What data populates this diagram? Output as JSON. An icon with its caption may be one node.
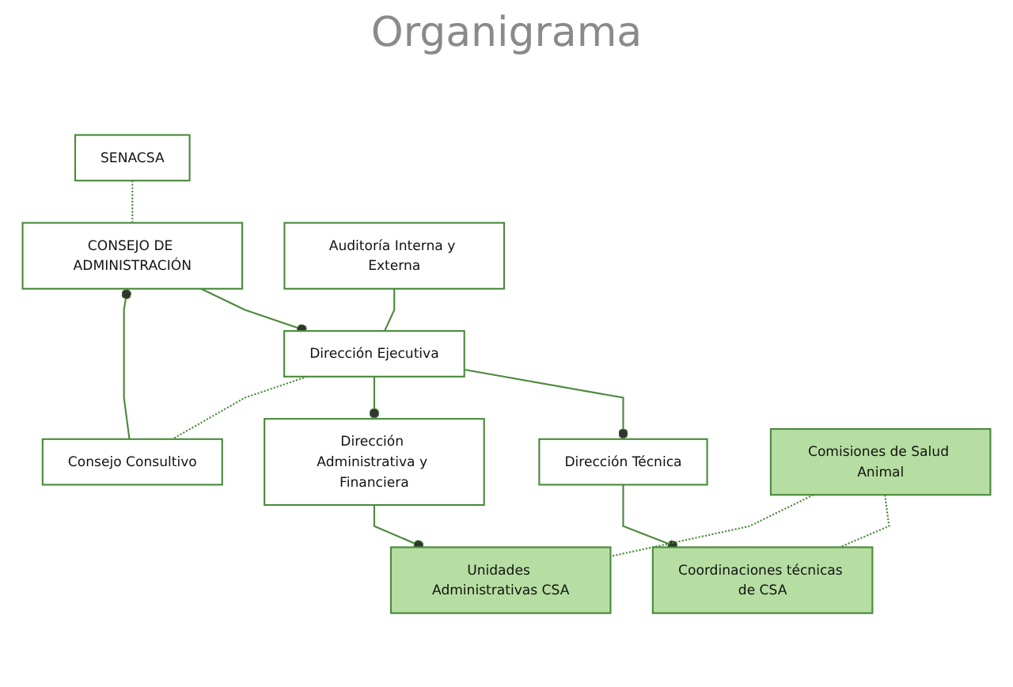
{
  "diagram": {
    "title": "Organigrama",
    "nodes": [
      {
        "text": [
          "SENACSA"
        ]
      },
      {
        "text": [
          "CONSEJO DE ADMINISTRACIÓN"
        ]
      },
      {
        "text": [
          "Consejo Consultivo"
        ]
      },
      {
        "text": [
          "Auditoría Interna y Externa"
        ]
      },
      {
        "text": [
          "Dirección Ejecutiva"
        ]
      },
      {
        "text": [
          "Dirección Técnica"
        ]
      },
      {
        "text": [
          "Dirección Administrativa y Financiera"
        ]
      },
      {
        "text": [
          "Comisiones de Salud Animal"
        ]
      },
      {
        "text": [
          "Coordinaciones técnicas de CSA"
        ]
      },
      {
        "text": [
          "Unidades Administrativas CSA"
        ]
      }
    ],
    "edges": [
      {
        "from": 0,
        "to": 1,
        "arrow": "none",
        "style": "dashed"
      },
      {
        "from": 2,
        "to": 1,
        "arrow": "other"
      },
      {
        "from": 1,
        "to": 4,
        "arrow": "other"
      },
      {
        "from": 3,
        "to": 4,
        "arrow": "none"
      },
      {
        "from": 4,
        "to": 5,
        "arrow": "other"
      },
      {
        "from": 4,
        "to": 6,
        "arrow": "other"
      },
      {
        "from": 5,
        "to": 8,
        "arrow": "other"
      },
      {
        "from": 6,
        "to": 9,
        "arrow": "other"
      },
      {
        "from": 7,
        "to": 8,
        "arrow": "none",
        "style": "dashed"
      },
      {
        "from": 7,
        "to": 9,
        "arrow": "none",
        "style": "dashed"
      },
      {
        "from": 4,
        "to": 2,
        "arrow": "none",
        "style": "dashed"
      }
    ]
  }
}
